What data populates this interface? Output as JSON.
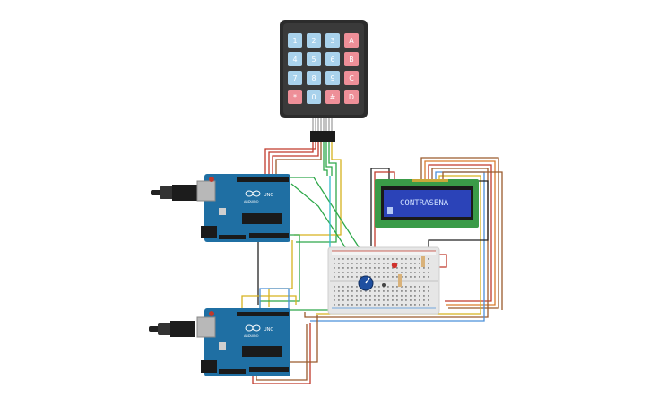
{
  "keypad": {
    "keys": [
      {
        "label": "1",
        "kind": "digit"
      },
      {
        "label": "2",
        "kind": "digit"
      },
      {
        "label": "3",
        "kind": "digit"
      },
      {
        "label": "A",
        "kind": "letter"
      },
      {
        "label": "4",
        "kind": "digit"
      },
      {
        "label": "5",
        "kind": "digit"
      },
      {
        "label": "6",
        "kind": "digit"
      },
      {
        "label": "B",
        "kind": "letter"
      },
      {
        "label": "7",
        "kind": "digit"
      },
      {
        "label": "8",
        "kind": "digit"
      },
      {
        "label": "9",
        "kind": "digit"
      },
      {
        "label": "C",
        "kind": "letter"
      },
      {
        "label": "*",
        "kind": "letter"
      },
      {
        "label": "0",
        "kind": "digit"
      },
      {
        "label": "#",
        "kind": "letter"
      },
      {
        "label": "D",
        "kind": "letter"
      }
    ]
  },
  "lcd": {
    "line1": "CONTRASENA",
    "line2": ""
  },
  "arduino_top": {
    "brand": "ARDUINO",
    "model": "UNO"
  },
  "arduino_bottom": {
    "brand": "ARDUINO",
    "model": "UNO"
  },
  "colors": {
    "board": "#1f6fa3",
    "board_dark": "#16557f",
    "key_digit": "#a9d2ec",
    "key_letter": "#ee8f98",
    "keypad_body": "#2c2c2c",
    "lcd_bg": "#2b43b8",
    "lcd_frame": "#3a9b48",
    "breadboard": "#e6e6e6",
    "wire_red": "#c0392b",
    "wire_green": "#2ea84a",
    "wire_brown": "#9a5b2c",
    "wire_yellow": "#d6b21e",
    "wire_blue": "#4a90d9",
    "wire_black": "#222222",
    "wire_cyan": "#33bbcc",
    "wire_orange": "#d97a2b"
  }
}
